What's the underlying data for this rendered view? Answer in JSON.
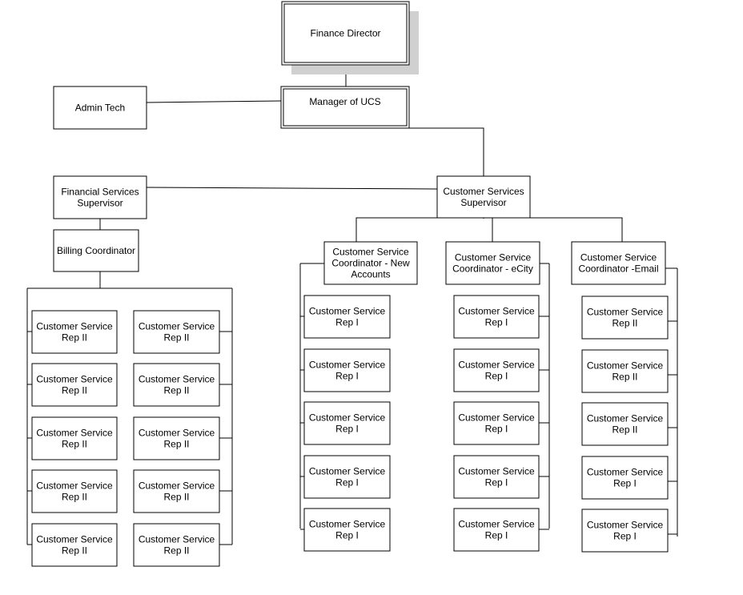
{
  "chart_title": "",
  "nodes": {
    "finance_director": "Finance Director",
    "manager_ucs": "Manager of UCS",
    "admin_tech": "Admin Tech",
    "fin_services_supervisor": [
      "Financial Services",
      "Supervisor"
    ],
    "cust_services_supervisor": [
      "Customer Services",
      "Supervisor"
    ],
    "billing_coordinator": "Billing Coordinator",
    "coord_new_accounts": [
      "Customer Service",
      "Coordinator - New",
      "Accounts"
    ],
    "coord_ecity": [
      "Customer Service",
      "Coordinator - eCity"
    ],
    "coord_email": [
      "Customer Service",
      "Coordinator -Email"
    ],
    "billing_reps_left": [
      [
        "Customer Service",
        "Rep II"
      ],
      [
        "Customer Service",
        "Rep II"
      ],
      [
        "Customer Service",
        "Rep II"
      ],
      [
        "Customer Service",
        "Rep II"
      ],
      [
        "Customer Service",
        "Rep II"
      ]
    ],
    "billing_reps_right": [
      [
        "Customer Service",
        "Rep II"
      ],
      [
        "Customer Service",
        "Rep II"
      ],
      [
        "Customer Service",
        "Rep II"
      ],
      [
        "Customer Service",
        "Rep II"
      ],
      [
        "Customer Service",
        "Rep II"
      ]
    ],
    "new_accounts_reps": [
      [
        "Customer Service",
        "Rep I"
      ],
      [
        "Customer Service",
        "Rep I"
      ],
      [
        "Customer Service",
        "Rep I"
      ],
      [
        "Customer Service",
        "Rep I"
      ],
      [
        "Customer Service",
        "Rep I"
      ]
    ],
    "ecity_reps": [
      [
        "Customer Service",
        "Rep I"
      ],
      [
        "Customer Service",
        "Rep I"
      ],
      [
        "Customer Service",
        "Rep I"
      ],
      [
        "Customer Service",
        "Rep I"
      ],
      [
        "Customer Service",
        "Rep I"
      ]
    ],
    "email_reps": [
      [
        "Customer Service",
        "Rep II"
      ],
      [
        "Customer Service",
        "Rep II"
      ],
      [
        "Customer Service",
        "Rep II"
      ],
      [
        "Customer Service",
        "Rep I"
      ],
      [
        "Customer Service",
        "Rep I"
      ]
    ]
  }
}
